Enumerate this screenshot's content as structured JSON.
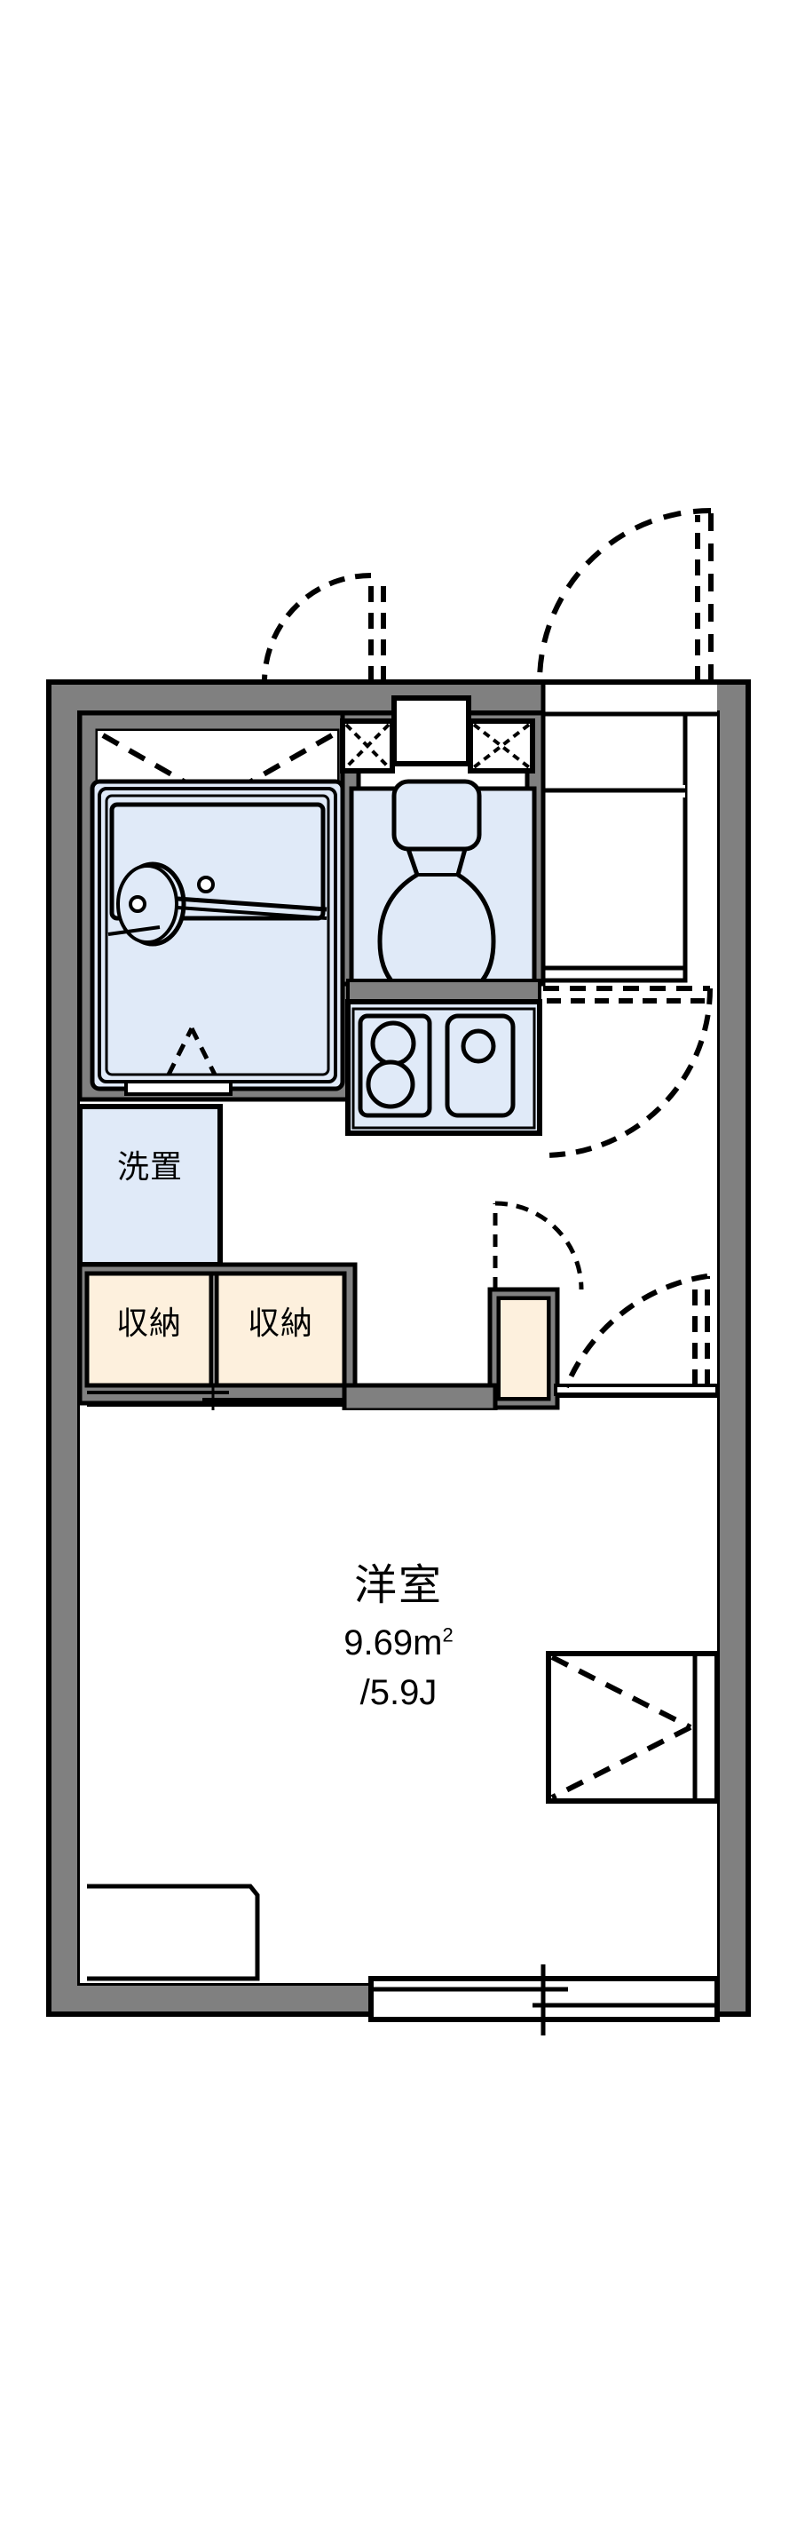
{
  "plan": {
    "type": "japanese-apartment-floor-plan",
    "layout_code": "1K",
    "colors": {
      "wall_fill": "#808080",
      "wall_stroke": "#000000",
      "fixture_fill": "#e0eaf8",
      "storage_fill": "#fdf0dd",
      "room_fill": "#ffffff",
      "background": "#ffffff",
      "line": "#000000"
    }
  },
  "rooms": [
    {
      "id": "main-room",
      "name": "洋室",
      "area_sqm": "9.69m",
      "area_sqm_sup": "2",
      "area_jo": "/5.9J"
    }
  ],
  "fixtures": [
    {
      "id": "washer-space",
      "label": "洗置",
      "fill": "#e0eaf8"
    },
    {
      "id": "storage-left",
      "label": "収納",
      "fill": "#fdf0dd"
    },
    {
      "id": "storage-right",
      "label": "収納",
      "fill": "#fdf0dd"
    },
    {
      "id": "unit-bath",
      "label": "",
      "fill": "#e0eaf8"
    },
    {
      "id": "toilet",
      "label": "",
      "fill": "#e0eaf8"
    },
    {
      "id": "kitchen",
      "label": "",
      "fill": "#e0eaf8"
    },
    {
      "id": "entrance-closet",
      "label": "",
      "fill": "#fdf0dd"
    },
    {
      "id": "room-closet",
      "label": "",
      "fill": "#ffffff"
    }
  ],
  "labels": {
    "main_room_title": "洋室",
    "main_room_area": "9.69m",
    "main_room_area_sup": "2",
    "main_room_jo": "/5.9J",
    "washer": "洗置",
    "storage_a": "収納",
    "storage_b": "収納"
  }
}
